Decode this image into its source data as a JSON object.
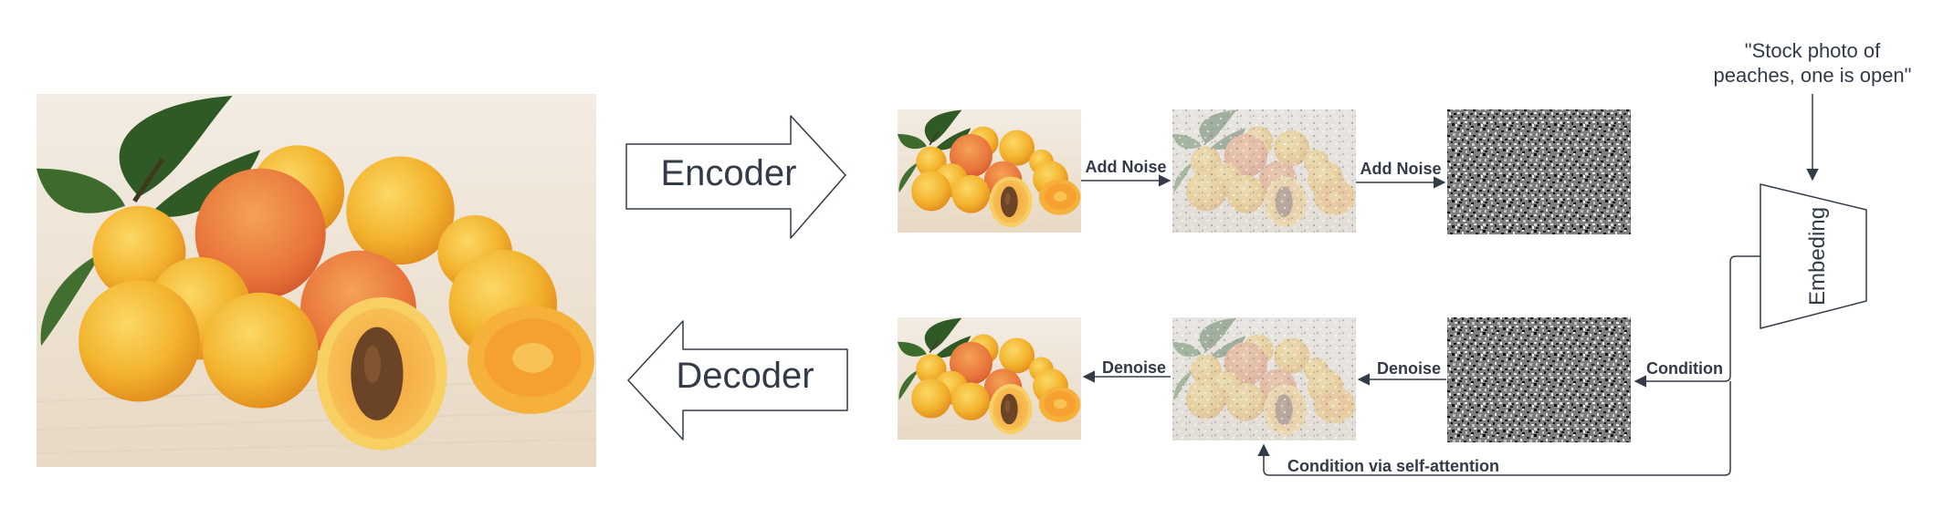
{
  "diagram": {
    "prompt_text": "\"Stock photo of peaches, one is open\"",
    "prompt_lines": [
      "\"Stock photo of",
      "peaches, one is open\""
    ],
    "encoder_label": "Encoder",
    "decoder_label": "Decoder",
    "embedding_label": "Embeding",
    "edges": {
      "add_noise_1": "Add Noise",
      "add_noise_2": "Add Noise",
      "denoise_1": "Denoise",
      "denoise_2": "Denoise",
      "condition": "Condition",
      "condition_self_attention": "Condition via self-attention"
    },
    "images": {
      "source": "apricots-photo",
      "encoded_clean": "apricots-thumbnail",
      "encoded_partial_noise": "apricots-partially-noised",
      "encoded_full_noise": "pure-noise",
      "decoded_full_noise": "pure-noise",
      "decoded_partial_noise": "apricots-partially-denoised",
      "decoded_clean": "apricots-thumbnail"
    }
  },
  "colors": {
    "stroke": "#333a48",
    "text": "#333a48",
    "wood": "#efe5d7",
    "fruit": "#f2b531",
    "fruit_dark": "#e58e1e",
    "blush": "#e86a3c",
    "leaf": "#2f5a26",
    "pit": "#6b4326"
  }
}
